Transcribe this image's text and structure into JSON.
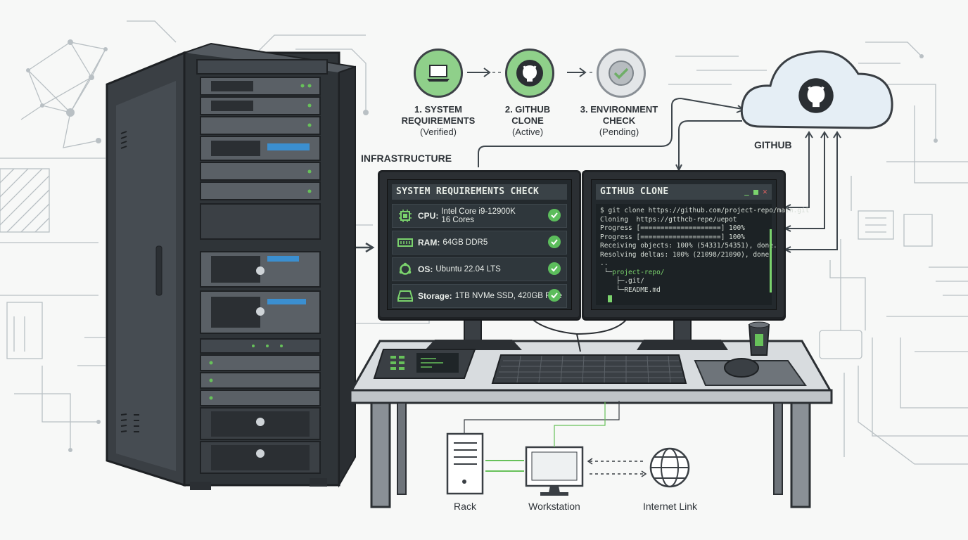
{
  "steps": [
    {
      "title_line1": "1. SYSTEM",
      "title_line2": "REQUIREMENTS",
      "status": "(Verified)"
    },
    {
      "title_line1": "2. GITHUB",
      "title_line2": "CLONE",
      "status": "(Active)"
    },
    {
      "title_line1": "3. ENVIRONMENT",
      "title_line2": "CHECK",
      "status": "(Pending)"
    }
  ],
  "labels": {
    "infrastructure": "INFRASTRUCTURE",
    "github": "GITHUB",
    "rack": "Rack",
    "workstation": "Workstation",
    "internet": "Internet Link"
  },
  "sysreq": {
    "title": "SYSTEM REQUIREMENTS CHECK",
    "rows": [
      {
        "key": "CPU:",
        "value_line1": "Intel Core i9-12900K",
        "value_line2": "16 Cores",
        "icon": "cpu-icon"
      },
      {
        "key": "RAM:",
        "value_line1": "64GB DDR5",
        "value_line2": "",
        "icon": "ram-icon"
      },
      {
        "key": "OS:",
        "value_line1": "Ubuntu 22.04 LTS",
        "value_line2": "",
        "icon": "ubuntu-icon"
      },
      {
        "key": "Storage:",
        "value_line1": "1TB NVMe SSD, 420GB Free",
        "value_line2": "",
        "icon": "drive-icon"
      }
    ]
  },
  "terminal": {
    "title": "GITHUB CLONE",
    "lines": [
      "$ git clone https://github.com/project-repo/main.git",
      "Cloning  https://gtthcb-repe/uepot",
      "Progress [====================] 100%",
      "Progress [====================] 100%",
      "Receiving objects: 100% (54331/54351), done.",
      "Resolving deltas: 100% (21098/21090), done."
    ],
    "tree": [
      "project-repo/",
      ".git/",
      "README.md"
    ]
  },
  "colors": {
    "accent": "#5cbd5c",
    "dark": "#2b2f33",
    "line": "#3f474d"
  }
}
